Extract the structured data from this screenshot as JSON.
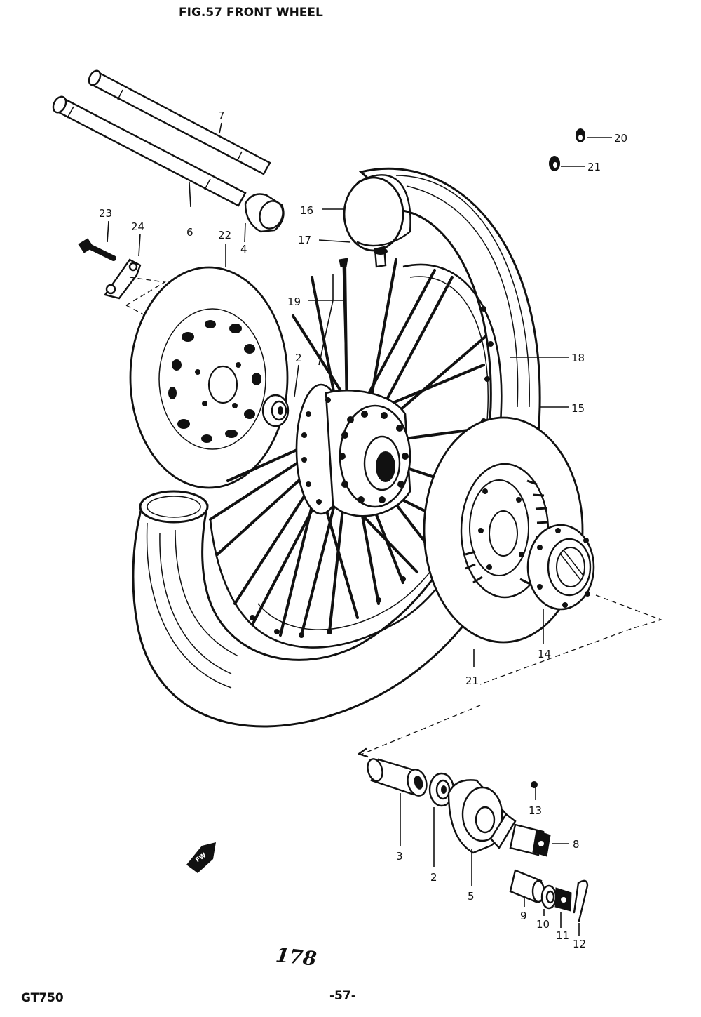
{
  "header": {
    "figure_title": "FIG.57  FRONT WHEEL"
  },
  "callouts": {
    "c2a": "2",
    "c2b": "2",
    "c3": "3",
    "c4": "4",
    "c5": "5",
    "c6": "6",
    "c7": "7",
    "c8": "8",
    "c9": "9",
    "c10": "10",
    "c11": "11",
    "c12": "12",
    "c13": "13",
    "c14": "14",
    "c15": "15",
    "c16": "16",
    "c17": "17",
    "c18": "18",
    "c19": "19",
    "c20": "20",
    "c21a": "21",
    "c21b": "21",
    "c22": "22",
    "c23": "23",
    "c24": "24"
  },
  "direction_arrow": {
    "label": "FW"
  },
  "handwritten_note": "178",
  "footer": {
    "model": "GT750",
    "page": "-57-"
  }
}
